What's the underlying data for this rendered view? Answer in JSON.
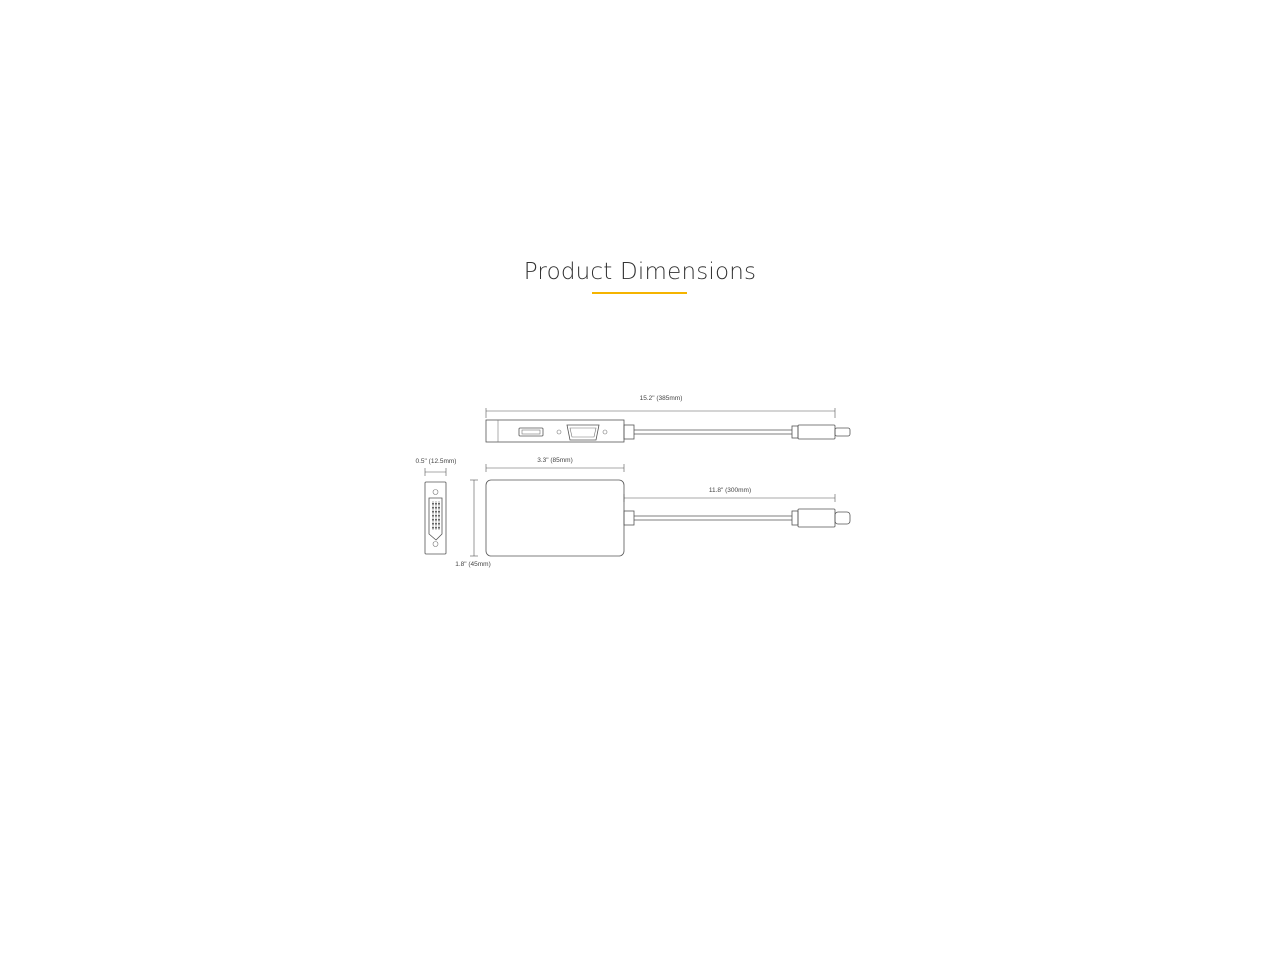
{
  "title": "Product Dimensions",
  "accent_color": "#f5b400",
  "dimensions": {
    "total_length": "15.2\" (385mm)",
    "thickness": "0.5\" (12.5mm)",
    "body_length": "3.3\" (85mm)",
    "cable_length": "11.8\" (300mm)",
    "body_width": "1.8\" (45mm)"
  }
}
